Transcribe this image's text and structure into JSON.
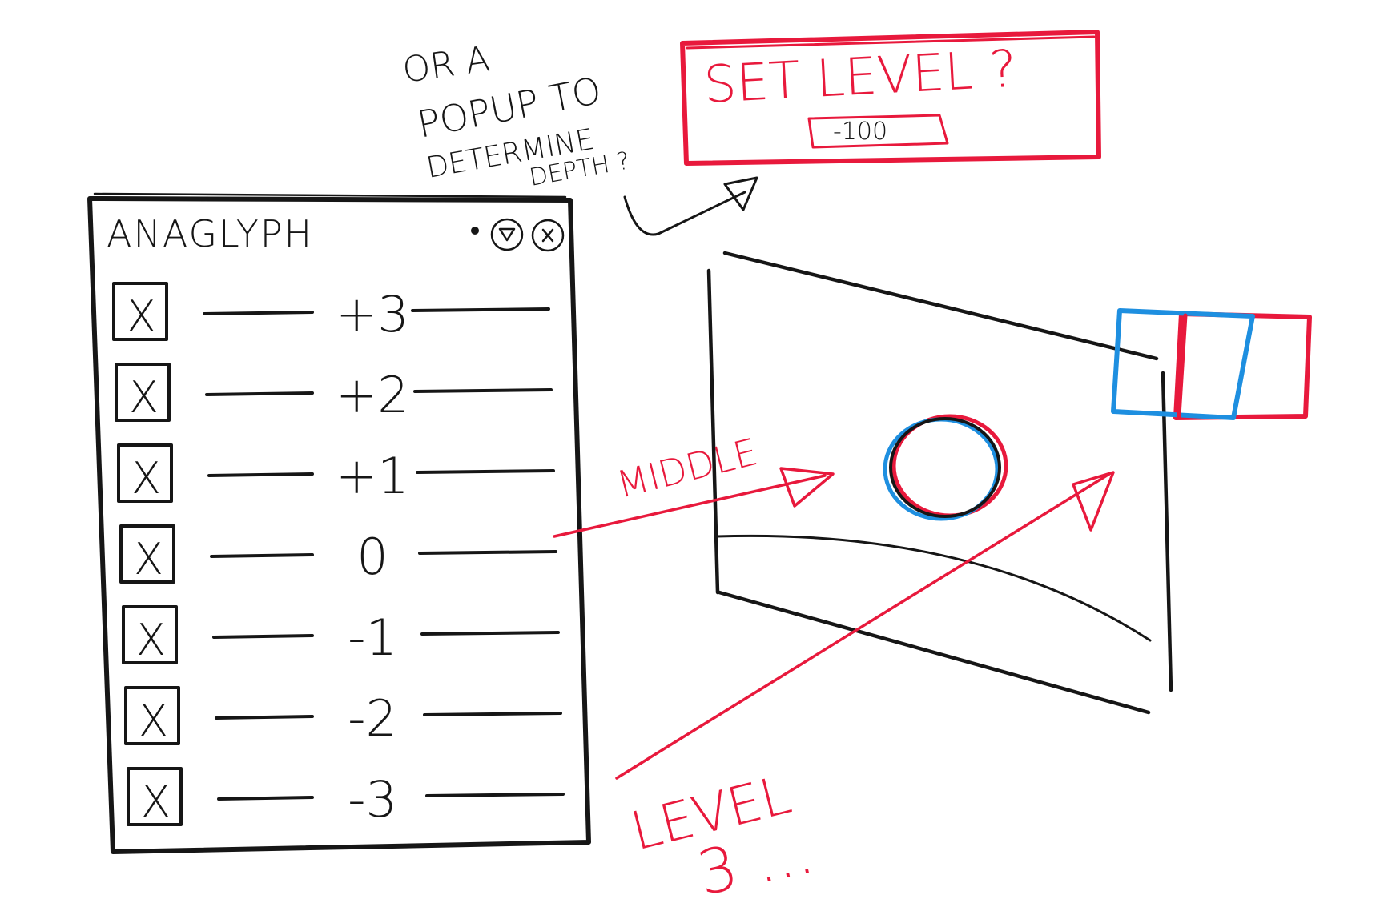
{
  "note": {
    "lines": [
      "OR A",
      "POPUP TO",
      "DETERMINE",
      "DEPTH ?"
    ]
  },
  "popup": {
    "title": "SET LEVEL ?",
    "value": "-100"
  },
  "panel": {
    "title": "ANAGLYPH",
    "layers": [
      {
        "label": "+3",
        "checked": true
      },
      {
        "label": "+2",
        "checked": true
      },
      {
        "label": "+1",
        "checked": true
      },
      {
        "label": "0",
        "checked": true
      },
      {
        "label": "-1",
        "checked": true
      },
      {
        "label": "-2",
        "checked": true
      },
      {
        "label": "-3",
        "checked": true
      }
    ],
    "check_mark": "X"
  },
  "annotations": {
    "middle": "MIDDLE",
    "level_line1": "LEVEL",
    "level_line2": "3 ..."
  },
  "colors": {
    "ink": "#161616",
    "red": "#e8193c",
    "blue": "#1e8fe0"
  }
}
